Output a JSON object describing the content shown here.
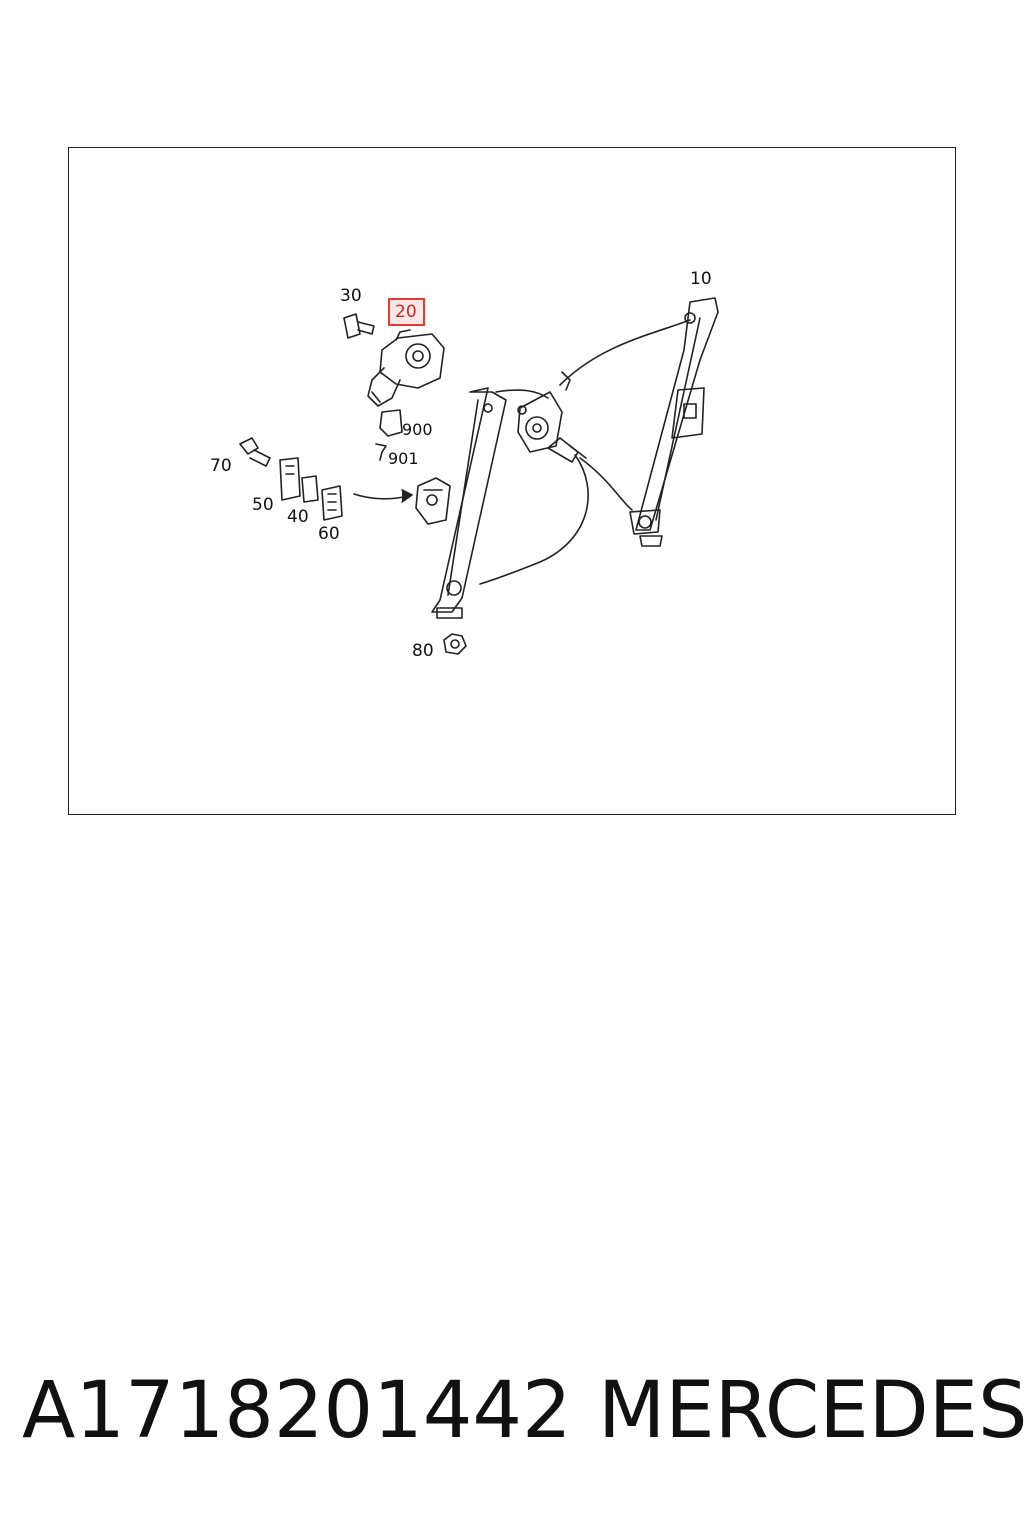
{
  "diagram": {
    "callouts": {
      "c10": "10",
      "c20": "20",
      "c30": "30",
      "c40": "40",
      "c50": "50",
      "c60": "60",
      "c70": "70",
      "c80": "80",
      "c900": "900",
      "c901": "901"
    },
    "highlighted_callout": "20",
    "highlight_color": "#e53935"
  },
  "footer": {
    "part_number": "A1718201442",
    "brand": "MERCEDES"
  }
}
